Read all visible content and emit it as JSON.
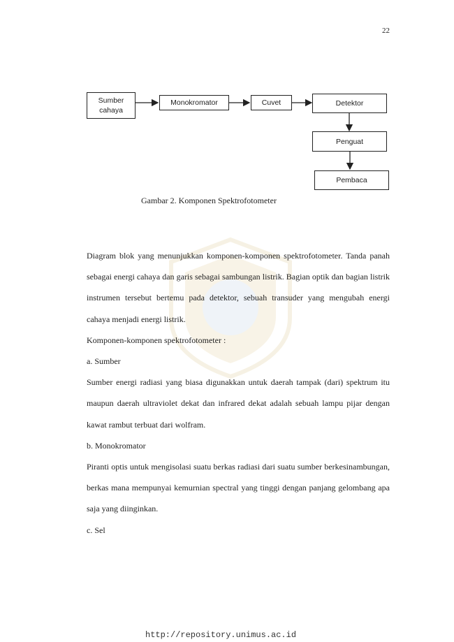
{
  "page_number": "22",
  "diagram": {
    "boxes": {
      "sumber": "Sumber\ncahaya",
      "monokromator": "Monokromator",
      "cuvet": "Cuvet",
      "detektor": "Detektor",
      "penguat": "Penguat",
      "pembaca": "Pembaca"
    }
  },
  "caption": "Gambar 2. Komponen Spektrofotometer",
  "paragraphs": [
    "Diagram blok yang menunjukkan komponen-komponen spektrofotometer. Tanda panah sebagai energi cahaya dan garis sebagai sambungan listrik. Bagian optik dan bagian listrik instrumen tersebut bertemu pada detektor, sebuah transuder yang mengubah energi cahaya menjadi energi listrik.",
    "Komponen-komponen spektrofotometer :",
    "a. Sumber",
    "Sumber energi radiasi yang biasa digunakkan untuk daerah tampak (dari) spektrum itu maupun daerah ultraviolet dekat dan infrared dekat adalah sebuah lampu pijar dengan kawat rambut terbuat dari wolfram.",
    "b. Monokromator",
    "Piranti optis untuk mengisolasi suatu berkas radiasi dari suatu sumber berkesinambungan, berkas mana mempunyai kemurnian spectral yang tinggi dengan panjang gelombang apa saja yang diinginkan.",
    "c. Sel"
  ],
  "footer": "http://repository.unimus.ac.id"
}
